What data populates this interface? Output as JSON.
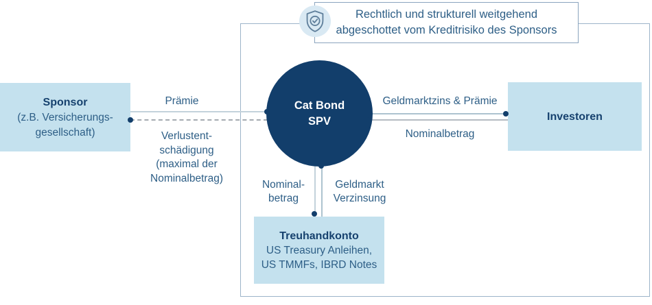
{
  "note": {
    "text": "Rechtlich und strukturell weitgehend\nabgeschottet vom Kreditrisiko des Sponsors",
    "icon": "shield-check-icon"
  },
  "nodes": {
    "sponsor": {
      "title": "Sponsor",
      "subtitle": "(z.B. Versicherungs-\ngesellschaft)"
    },
    "spv": {
      "title": "Cat Bond\nSPV"
    },
    "investoren": {
      "title": "Investoren"
    },
    "treuhandkonto": {
      "title": "Treuhandkonto",
      "subtitle": "US Treasury Anleihen,\nUS TMMFs, IBRD Notes"
    }
  },
  "flows": {
    "praemie": {
      "label": "Prämie",
      "from": "sponsor",
      "to": "spv"
    },
    "verlustentschaedigung": {
      "label": "Verlustent-\nschädigung\n(maximal der\nNominalbetrag)",
      "from": "spv",
      "to": "sponsor"
    },
    "geldmarktzins_praemie": {
      "label": "Geldmarktzins & Prämie",
      "from": "spv",
      "to": "investoren"
    },
    "nominalbetrag": {
      "label": "Nominalbetrag",
      "from": "investoren",
      "to": "spv"
    },
    "nominalbetrag_abwaerts": {
      "label": "Nominal-\nbetrag",
      "from": "spv",
      "to": "treuhandkonto"
    },
    "geldmarkt_verzinsung": {
      "label": "Geldmarkt\nVerzinsung",
      "from": "treuhandkonto",
      "to": "spv"
    }
  },
  "colors": {
    "navy": "#123e6b",
    "node_fill": "#c4e1ee",
    "label_text": "#2d5e86",
    "title_text": "#16416e",
    "boundary_border": "#9cb4c9",
    "note_border": "#8aa4be",
    "shield_bg": "#d9e9f3",
    "line_light": "#c3d2db",
    "line_blue": "#adc3cf",
    "line_gray": "#b5bbc2",
    "dash_gray": "#a4aab0"
  }
}
